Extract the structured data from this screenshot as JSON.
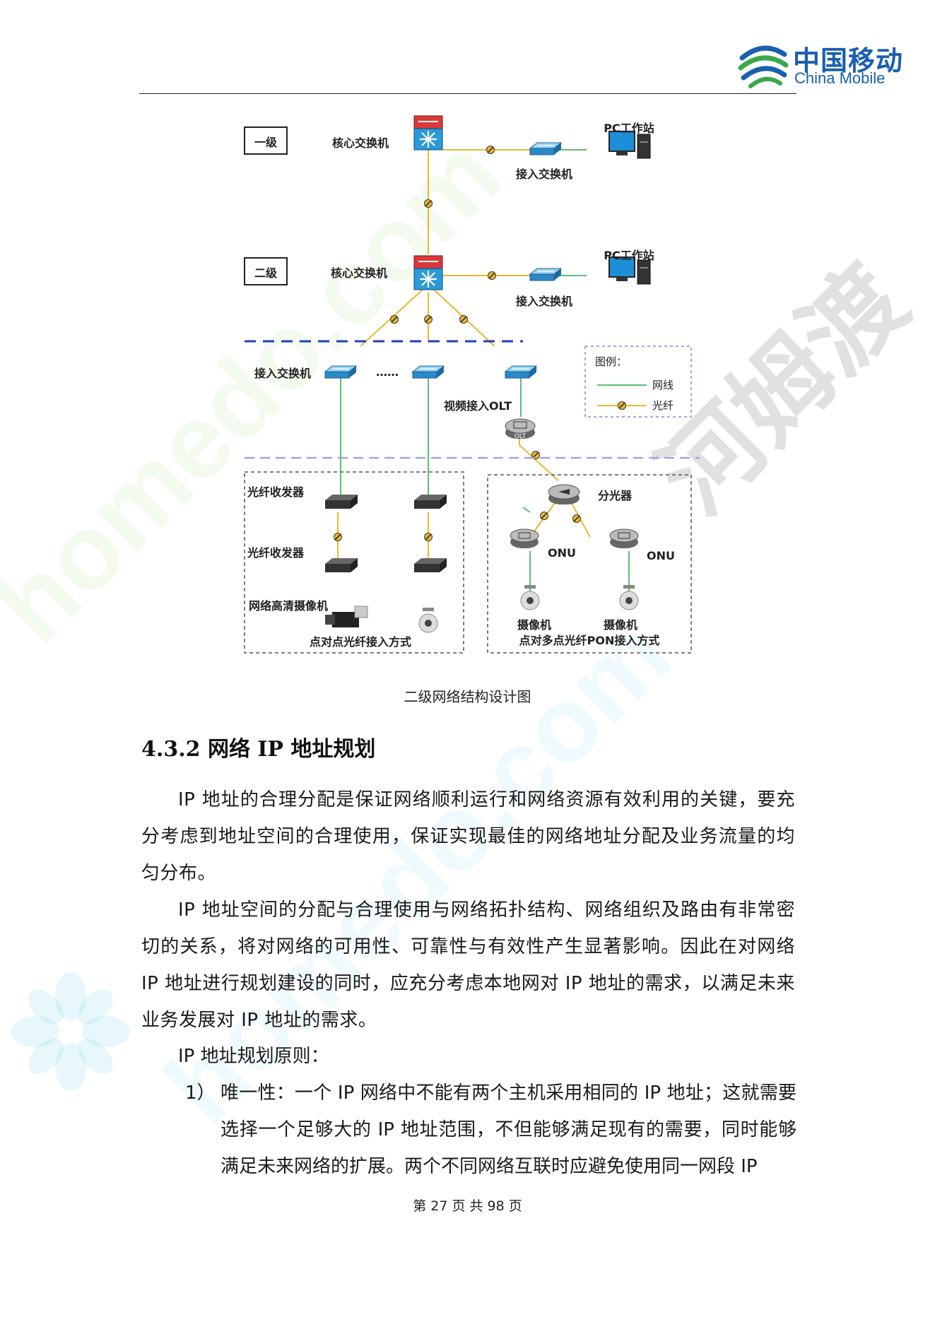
{
  "header": {
    "logo_cn": "中国移动",
    "logo_en": "China Mobile"
  },
  "watermark": {
    "text_en": "homedo.com",
    "text_cn": "河姆渡"
  },
  "diagram": {
    "level1": "一级",
    "level2": "二级",
    "core_switch": "核心交换机",
    "pc_workstation": "PC工作站",
    "access_switch": "接入交换机",
    "ellipsis": "……",
    "video_olt": "视频接入OLT",
    "olt_tag": "OLT",
    "legend_title": "图例：",
    "legend_network_cable": "网线",
    "legend_fiber": "光纤",
    "fiber_transceiver": "光纤收发器",
    "hd_camera": "网络高清摄像机",
    "ptp_caption": "点对点光纤接入方式",
    "splitter": "分光器",
    "onu": "ONU",
    "camera": "摄像机",
    "pon_caption": "点对多点光纤PON接入方式"
  },
  "figure_caption": "二级网络结构设计图",
  "section": {
    "heading": "4.3.2 网络 IP 地址规划"
  },
  "paragraphs": [
    "IP 地址的合理分配是保证网络顺利运行和网络资源有效利用的关键，要充分考虑到地址空间的合理使用，保证实现最佳的网络地址分配及业务流量的均匀分布。",
    "IP 地址空间的分配与合理使用与网络拓扑结构、网络组织及路由有非常密切的关系，将对网络的可用性、可靠性与有效性产生显著影响。因此在对网络 IP 地址进行规划建设的同时，应充分考虑本地网对 IP 地址的需求，以满足未来业务发展对 IP 地址的需求。"
  ],
  "principles_label": "IP 地址规划原则：",
  "list": [
    {
      "num": "1）",
      "text": "唯一性：一个 IP 网络中不能有两个主机采用相同的 IP 地址；这就需要选择一个足够大的 IP 地址范围，不但能够满足现有的需要，同时能够满足未来网络的扩展。两个不同网络互联时应避免使用同一网段 IP"
    }
  ],
  "footer": "第 27 页  共 98 页",
  "colors": {
    "brand_blue": "#1a5fae",
    "fiber_line": "#e8b830",
    "cable_line": "#5cc070",
    "divider_blue": "#1f3fbf"
  }
}
